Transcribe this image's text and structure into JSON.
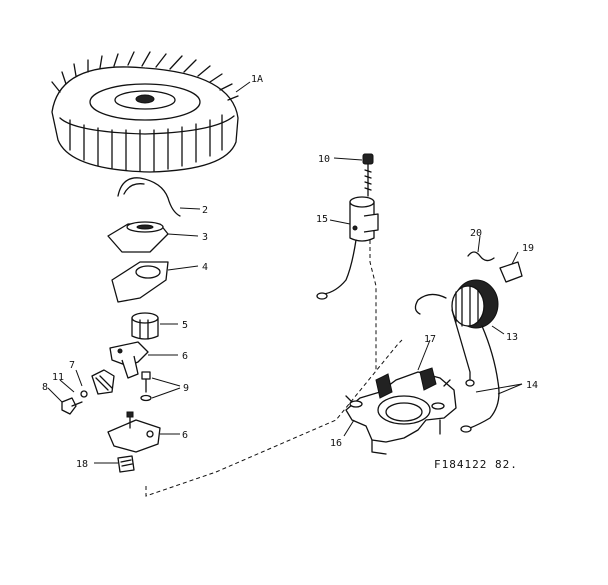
{
  "diagram": {
    "reference_code": "F184122 82.",
    "parts": [
      {
        "key": "flywheel",
        "label": "1A"
      },
      {
        "key": "spring",
        "label": "2"
      },
      {
        "key": "cone_washer",
        "label": "3"
      },
      {
        "key": "plate_washer",
        "label": "4"
      },
      {
        "key": "sleeve",
        "label": "5"
      },
      {
        "key": "bracket_upper",
        "label": "6"
      },
      {
        "key": "bracket_lower",
        "label": "6"
      },
      {
        "key": "nut",
        "label": "7"
      },
      {
        "key": "bolt",
        "label": "8"
      },
      {
        "key": "screw_pair",
        "label": "9"
      },
      {
        "key": "screw_top",
        "label": "10"
      },
      {
        "key": "lock_washer",
        "label": "11"
      },
      {
        "key": "coil",
        "label": "13"
      },
      {
        "key": "leads",
        "label": "14"
      },
      {
        "key": "condenser",
        "label": "15"
      },
      {
        "key": "stator_base",
        "label": "16"
      },
      {
        "key": "stator_ear",
        "label": "17"
      },
      {
        "key": "clip",
        "label": "18"
      },
      {
        "key": "cover",
        "label": "19"
      },
      {
        "key": "wire_clip",
        "label": "20"
      }
    ]
  }
}
